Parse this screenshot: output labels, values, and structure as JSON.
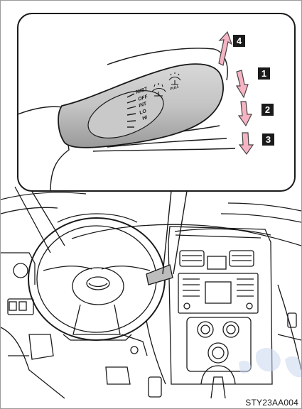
{
  "callouts": [
    "4",
    "1",
    "2",
    "3"
  ],
  "switch_labels": {
    "mist": "MIST",
    "off": "OFF",
    "int": "INT",
    "lo": "LO",
    "hi": "HI",
    "pull": "PULL"
  },
  "image_code": "STY23AA004",
  "colors": {
    "arrow_fill": "#f6b3c3",
    "arrow_stroke": "#444444",
    "line": "#1a1a1a",
    "badge": "#1a1a1a"
  },
  "icons": [
    "windshield-washer-icon",
    "rear-washer-icon",
    "direction-arrow-icon"
  ]
}
